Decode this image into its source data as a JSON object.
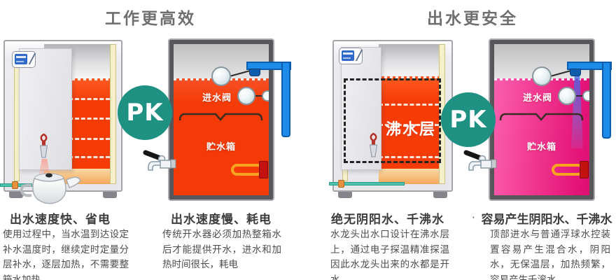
{
  "sections": [
    {
      "header": "工作更高效",
      "pk_label": "PK",
      "winner": {
        "title": "出水速度快、省电",
        "body": "使用过程中，当水温到达设定补水温度时，继续定时定量分层补水，逐层加热，不需要整箱水加热"
      },
      "loser": {
        "title": "出水速度慢、耗电",
        "body": "传统开水器必须加热整箱水后才能提供开水，进水和加热时间很长，耗电",
        "inlet_valve_label": "进水阀",
        "storage_tank_label": "贮水箱"
      }
    },
    {
      "header": "出水更安全",
      "pk_label": "PK",
      "winner": {
        "title": "绝无阴阳水、千沸水",
        "body": "水龙头出水口设计在沸水层上，通过电子探温精准探温因此水龙头出来的水都是开水",
        "boiling_layer_label": "沸水层"
      },
      "loser": {
        "bullet": "·",
        "title": "容易产生阴阳水、千沸水",
        "body": "顶部进水与普通浮球水控装置容易产生混合水，阴阳水，无保温层，加热频繁，容易产生千滚水",
        "inlet_valve_label": "进水阀",
        "storage_tank_label": "贮水箱"
      }
    }
  ],
  "colors": {
    "pk_badge": "#1f9182",
    "hot_water": "#f43a06",
    "mixed_water": "#ee2f86",
    "inlet_pipe_blue": "#1c8ce8",
    "outlet_pipe_teal": "#4fc2ad",
    "header_text": "#6e6e6e"
  }
}
